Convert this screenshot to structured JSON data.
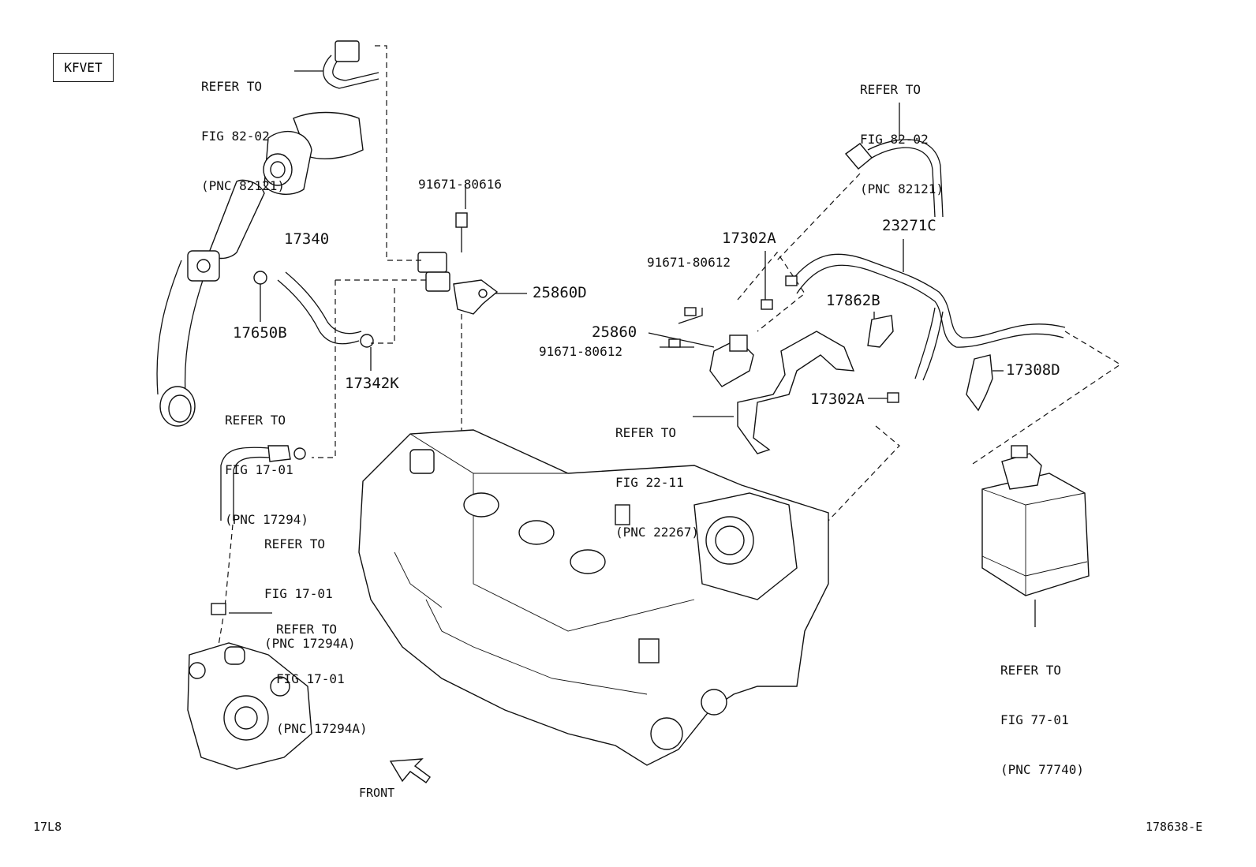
{
  "engine_code": "KFVET",
  "diagram_id": "17L8",
  "figure_number": "178638-E",
  "front_label": "FRONT",
  "refs": {
    "top_left": {
      "line1": "REFER TO",
      "line2": "FIG 82-02",
      "line3": "(PNC 82121)"
    },
    "top_right": {
      "line1": "REFER TO",
      "line2": "FIG 82-02",
      "line3": "(PNC 82121)"
    },
    "hose_upper": {
      "line1": "REFER TO",
      "line2": "FIG 17-01",
      "line3": "(PNC 17294)"
    },
    "hose_lower": {
      "line1": "REFER TO",
      "line2": "FIG 17-01",
      "line3": "(PNC 17294A)"
    },
    "clamp_lower": {
      "line1": "REFER TO",
      "line2": "FIG 17-01",
      "line3": "(PNC 17294A)"
    },
    "bracket": {
      "line1": "REFER TO",
      "line2": "FIG 22-11",
      "line3": "(PNC 22267)"
    },
    "canister": {
      "line1": "REFER TO",
      "line2": "FIG 77-01",
      "line3": "(PNC 77740)"
    }
  },
  "parts": {
    "bolt_vsv": "91671-80616",
    "hose_17340": "17340",
    "clamp_17650b": "17650B",
    "clamp_17342k": "17342K",
    "bracket_25860d": "25860D",
    "bolt_upper": "91671-80612",
    "bolt_lower": "91671-80612",
    "vsv_25860": "25860",
    "clip_17302a_upper": "17302A",
    "clip_17302a_lower": "17302A",
    "hose_23271c": "23271C",
    "clamp_17862b": "17862B",
    "clamp_17308d": "17308D"
  }
}
